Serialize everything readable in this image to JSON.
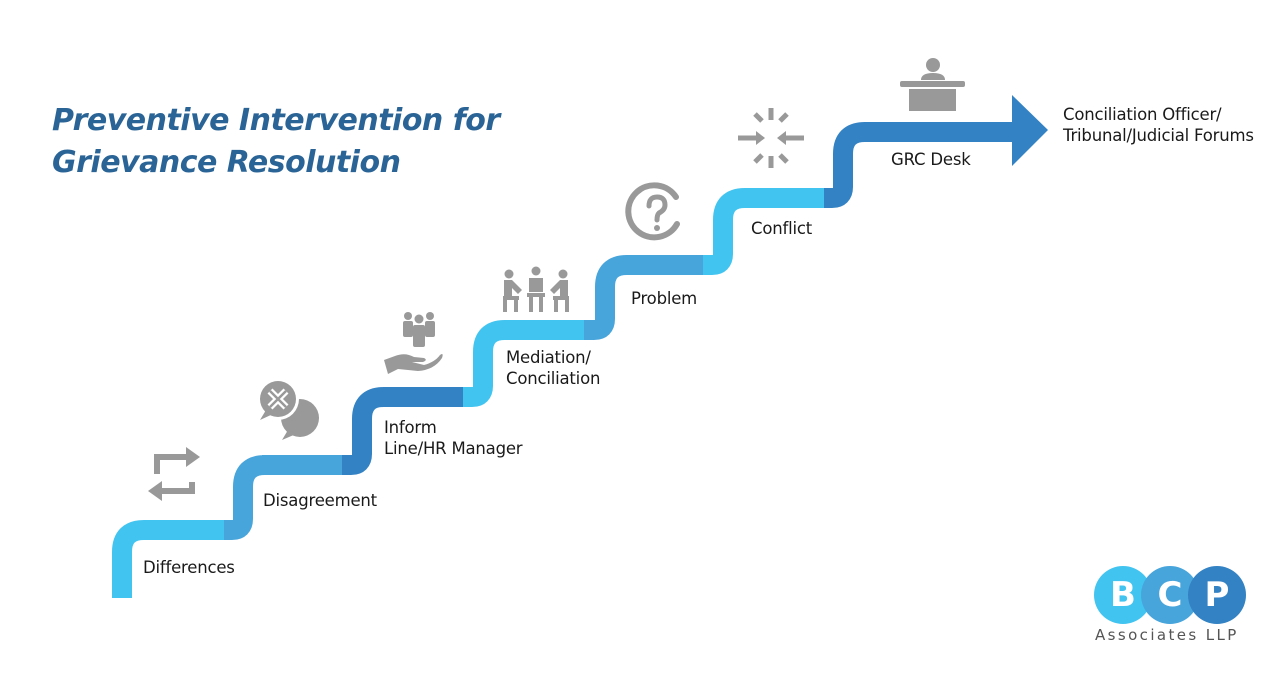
{
  "title": {
    "line1": "Preventive Intervention for",
    "line2": "Grievance Resolution"
  },
  "colors": {
    "title": "#2a6496",
    "light_blue": "#42c4f0",
    "mid_blue": "#47a5dc",
    "dark_blue": "#3382c4",
    "icon_gray": "#999999"
  },
  "steps": [
    {
      "label": "Differences",
      "icon": "swap-arrows-icon"
    },
    {
      "label": "Disagreement",
      "icon": "chat-disagree-icon"
    },
    {
      "label_line1": "Inform",
      "label_line2": "Line/HR Manager",
      "icon": "team-in-hand-icon"
    },
    {
      "label_line1": "Mediation/",
      "label_line2": "Conciliation",
      "icon": "meeting-people-icon"
    },
    {
      "label": "Problem",
      "icon": "question-circle-icon"
    },
    {
      "label": "Conflict",
      "icon": "converging-arrows-icon"
    },
    {
      "label": "GRC Desk",
      "icon": "desk-officer-icon"
    }
  ],
  "final_stage": {
    "line1": "Conciliation Officer/",
    "line2": "Tribunal/Judicial Forums"
  },
  "logo": {
    "letters": [
      "B",
      "C",
      "P"
    ],
    "subtitle": "Associates LLP"
  }
}
